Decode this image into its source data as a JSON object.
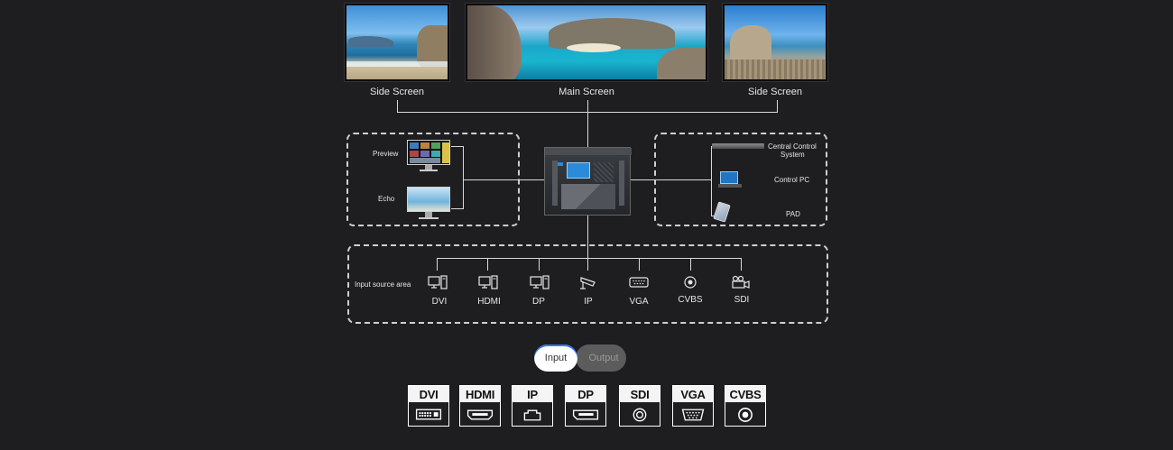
{
  "screens": {
    "left_label": "Side Screen",
    "main_label": "Main Screen",
    "right_label": "Side Screen"
  },
  "monitor_box": {
    "preview_label": "Preview",
    "echo_label": "Echo"
  },
  "control_box": {
    "central_control_line1": "Central Control",
    "central_control_line2": "System",
    "control_pc_label": "Control PC",
    "pad_label": "PAD"
  },
  "input_area": {
    "title": "Input source area",
    "sources": [
      "DVI",
      "HDMI",
      "DP",
      "IP",
      "VGA",
      "CVBS",
      "SDI"
    ]
  },
  "toggle": {
    "input_label": "Input",
    "output_label": "Output",
    "active": "Input"
  },
  "ports": [
    "DVI",
    "HDMI",
    "IP",
    "DP",
    "SDI",
    "VGA",
    "CVBS"
  ],
  "colors": {
    "background": "#1e1e20",
    "line": "#d9d9d9",
    "active_underline": "#2e7cf6",
    "inactive_button": "#5c5c5c"
  }
}
